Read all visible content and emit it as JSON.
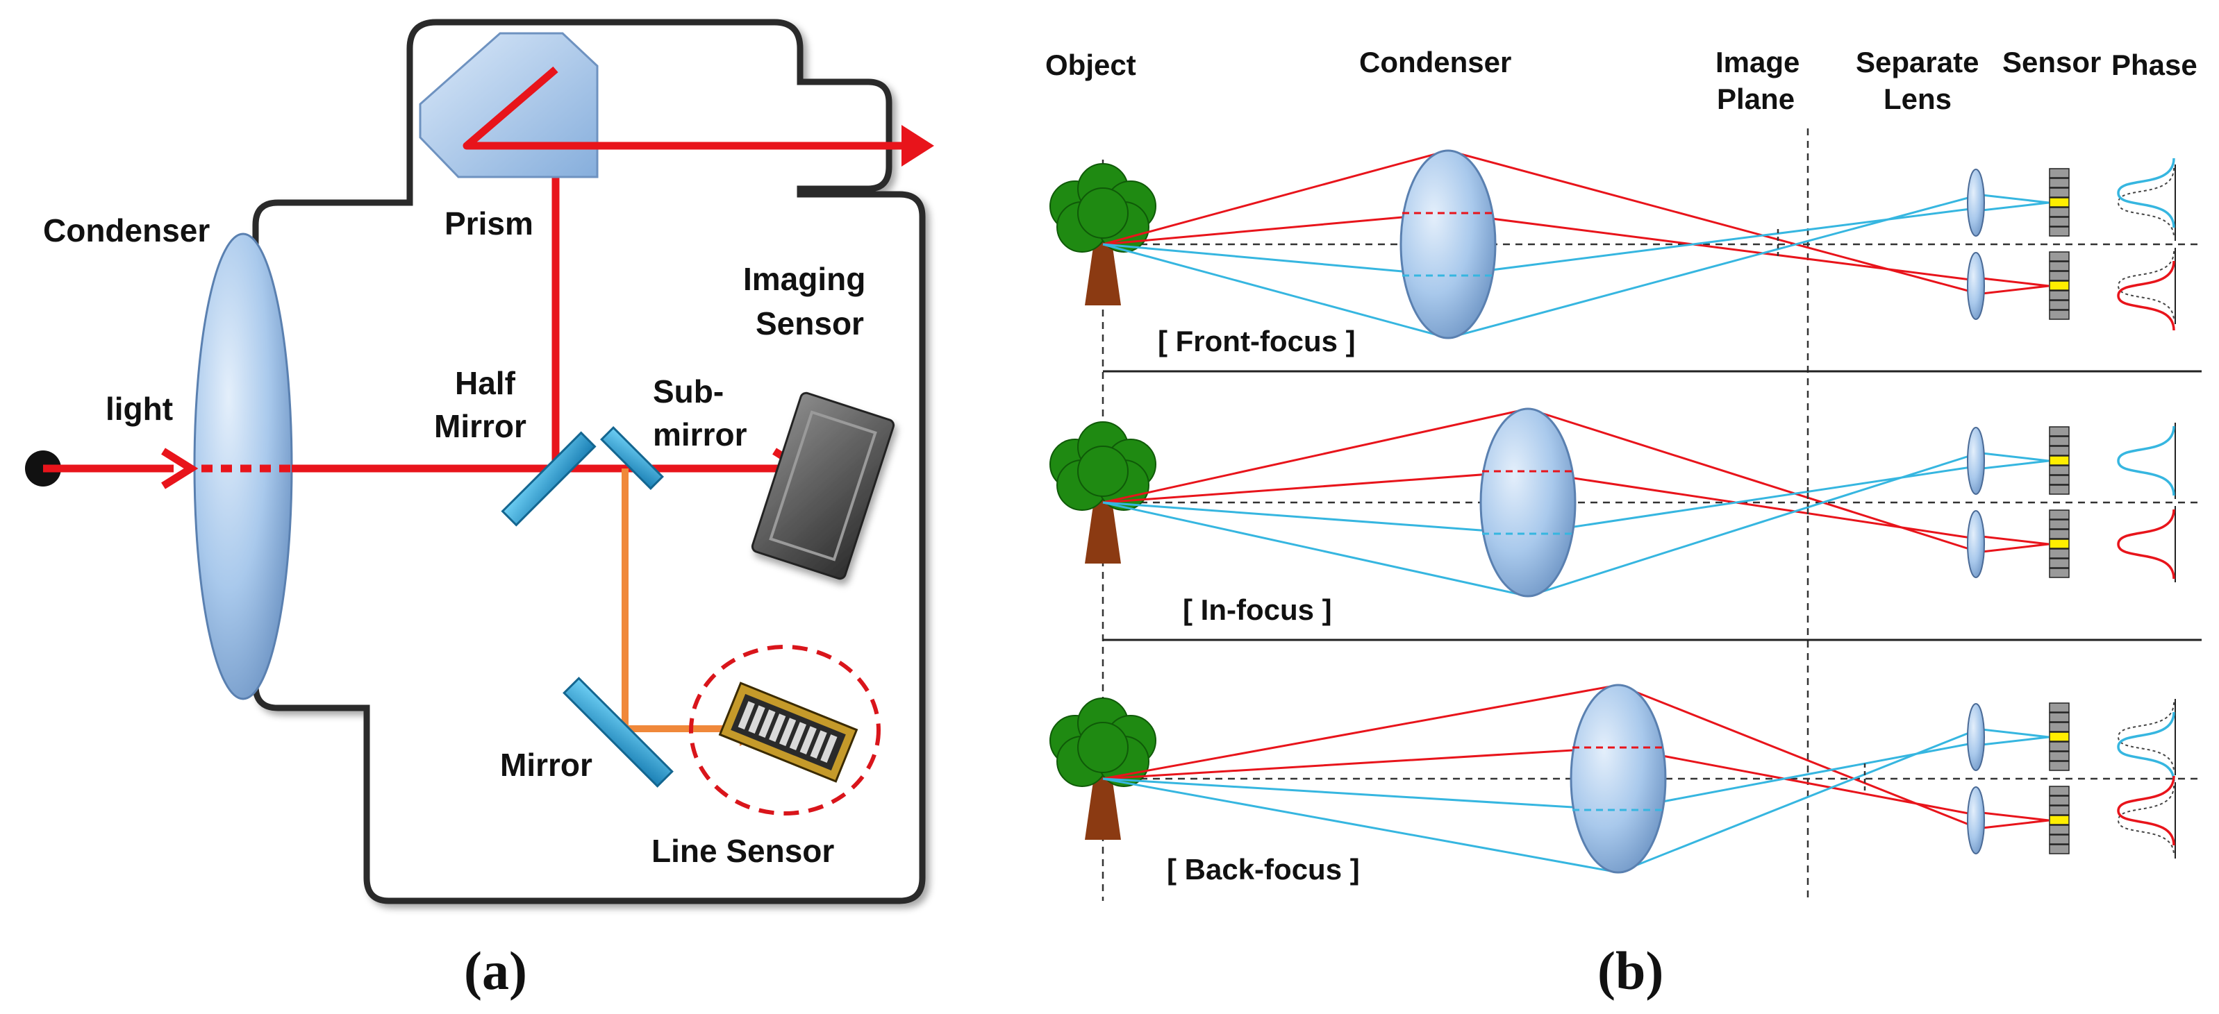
{
  "panel_a": {
    "label_condenser": "Condenser",
    "label_light": "light",
    "label_prism": "Prism",
    "label_imaging_1": "Imaging",
    "label_imaging_2": "Sensor",
    "label_half_1": "Half",
    "label_half_2": "Mirror",
    "label_sub_1": "Sub-",
    "label_sub_2": "mirror",
    "label_mirror": "Mirror",
    "label_line_sensor": "Line Sensor",
    "caption_open": "(",
    "caption_letter": "a",
    "caption_close": ")"
  },
  "panel_b": {
    "header_object": "Object",
    "header_condenser": "Condenser",
    "header_image_1": "Image",
    "header_image_2": "Plane",
    "header_separate_1": "Separate",
    "header_separate_2": "Lens",
    "header_sensor": "Sensor",
    "header_phase": "Phase",
    "row_front": "[ Front-focus ]",
    "row_in": "[ In-focus ]",
    "row_back": "[ Back-focus ]",
    "caption_open": "(",
    "caption_letter": "b",
    "caption_close": ")"
  },
  "colors": {
    "light_ray": "#e8141b",
    "orange_ray": "#f0883a",
    "blue_ray": "#36b6e0",
    "lens_fill": "#a9c9ec",
    "mirror_fill": "#2f9fd3",
    "tree_green": "#1f8a12",
    "trunk_brown": "#8b3a12",
    "highlight_pixel": "#ffee00"
  }
}
